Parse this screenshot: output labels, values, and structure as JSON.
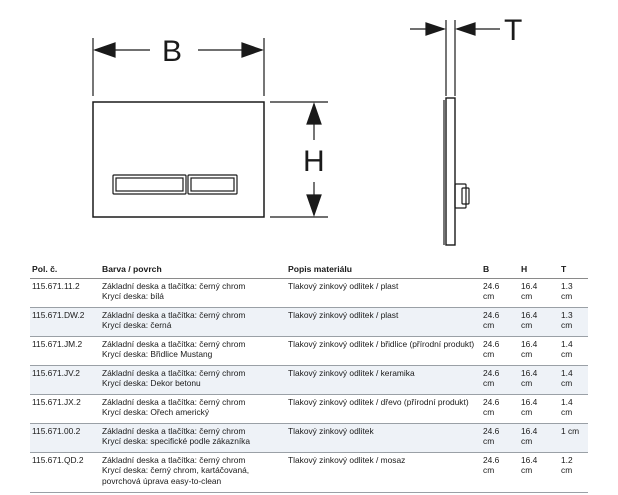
{
  "drawing": {
    "dimension_labels": {
      "width": "B",
      "height": "H",
      "depth": "T"
    }
  },
  "table": {
    "headers": {
      "pol": "Pol. č.",
      "barva": "Barva / povrch",
      "popis": "Popis materiálu",
      "b": "B",
      "h": "H",
      "t": "T"
    },
    "rows": [
      {
        "pol": "115.671.11.2",
        "barva": [
          "Základní deska a tlačítka: černý chrom",
          "Krycí deska: bílá"
        ],
        "popis": "Tlakový zinkový odlitek / plast",
        "b": [
          "24.6",
          "cm"
        ],
        "h": [
          "16.4",
          "cm"
        ],
        "t": [
          "1.3",
          "cm"
        ]
      },
      {
        "pol": "115.671.DW.2",
        "barva": [
          "Základní deska a tlačítka: černý chrom",
          "Krycí deska: černá"
        ],
        "popis": "Tlakový zinkový odlitek / plast",
        "b": [
          "24.6",
          "cm"
        ],
        "h": [
          "16.4",
          "cm"
        ],
        "t": [
          "1.3",
          "cm"
        ]
      },
      {
        "pol": "115.671.JM.2",
        "barva": [
          "Základní deska a tlačítka: černý chrom",
          "Krycí deska: Břidlice Mustang"
        ],
        "popis": "Tlakový zinkový odlitek / břidlice (přírodní produkt)",
        "b": [
          "24.6",
          "cm"
        ],
        "h": [
          "16.4",
          "cm"
        ],
        "t": [
          "1.4",
          "cm"
        ]
      },
      {
        "pol": "115.671.JV.2",
        "barva": [
          "Základní deska a tlačítka: černý chrom",
          "Krycí deska: Dekor betonu"
        ],
        "popis": "Tlakový zinkový odlitek / keramika",
        "b": [
          "24.6",
          "cm"
        ],
        "h": [
          "16.4",
          "cm"
        ],
        "t": [
          "1.4",
          "cm"
        ]
      },
      {
        "pol": "115.671.JX.2",
        "barva": [
          "Základní deska a tlačítka: černý chrom",
          "Krycí deska: Ořech americký"
        ],
        "popis": "Tlakový zinkový odlitek / dřevo (přírodní produkt)",
        "b": [
          "24.6",
          "cm"
        ],
        "h": [
          "16.4",
          "cm"
        ],
        "t": [
          "1.4",
          "cm"
        ]
      },
      {
        "pol": "115.671.00.2",
        "barva": [
          "Základní deska a tlačítka: černý chrom",
          "Krycí deska: specifické podle zákazníka"
        ],
        "popis": "Tlakový zinkový odlitek",
        "b": [
          "24.6",
          "cm"
        ],
        "h": [
          "16.4",
          "cm"
        ],
        "t": [
          "1 cm",
          ""
        ]
      },
      {
        "pol": "115.671.QD.2",
        "barva": [
          "Základní deska a tlačítka: černý chrom",
          "Krycí deska: černý chrom, kartáčovaná, povrchová úprava easy-to-clean"
        ],
        "popis": "Tlakový zinkový odlitek / mosaz",
        "b": [
          "24.6",
          "cm"
        ],
        "h": [
          "16.4",
          "cm"
        ],
        "t": [
          "1.2",
          "cm"
        ]
      }
    ]
  }
}
